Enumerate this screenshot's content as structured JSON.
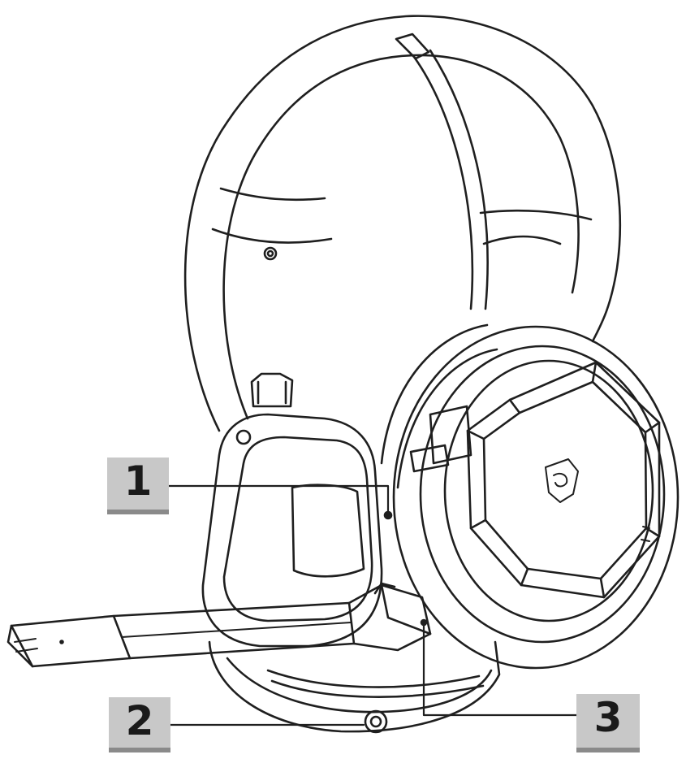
{
  "callouts": [
    {
      "id": "1",
      "label": "1"
    },
    {
      "id": "2",
      "label": "2"
    },
    {
      "id": "3",
      "label": "3"
    }
  ],
  "colors": {
    "line": "#1f1f1f",
    "label_bg": "#c8c8c8",
    "label_shadow": "#8a8a8a",
    "background": "#ffffff"
  },
  "icons": [
    "msi-dragon-logo-icon",
    "3-5mm-jack-icon",
    "led-indicator-icon"
  ]
}
